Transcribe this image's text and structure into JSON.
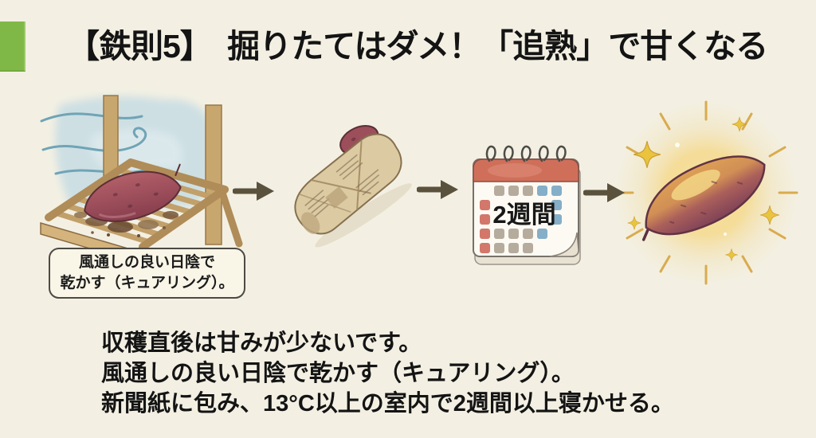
{
  "page": {
    "background_color": "#f3f0e3",
    "accent_color": "#80b848"
  },
  "header": {
    "title": "【鉄則5】　掘りたてはダメ！「追熟」で甘くなる"
  },
  "process": {
    "arrow_color": "#5a523c",
    "illustrations": [
      "drying-rack-scene",
      "newspaper-wrapped-potato",
      "two-week-calendar",
      "glowing-sweet-potato"
    ],
    "calendar_label": "2週間",
    "caption_box": {
      "line1": "風通しの良い日陰で",
      "line2": "乾かす（キュアリング）。"
    }
  },
  "body": {
    "lines": [
      "収穫直後は甘みが少ないです。",
      "風通しの良い日陰で乾かす（キュアリング）。",
      "新聞紙に包み、13°C以上の室内で2週間以上寝かせる。"
    ]
  },
  "colors": {
    "calendar_header": "#cf6f5a",
    "calendar_day_gray": "#b6ac9d",
    "calendar_day_blue": "#85aec8",
    "calendar_day_red": "#d3776b",
    "glow": "#f5d98c",
    "potato_skin": "#8e4a5e",
    "potato_flesh_gold": "#e3ad5c"
  }
}
